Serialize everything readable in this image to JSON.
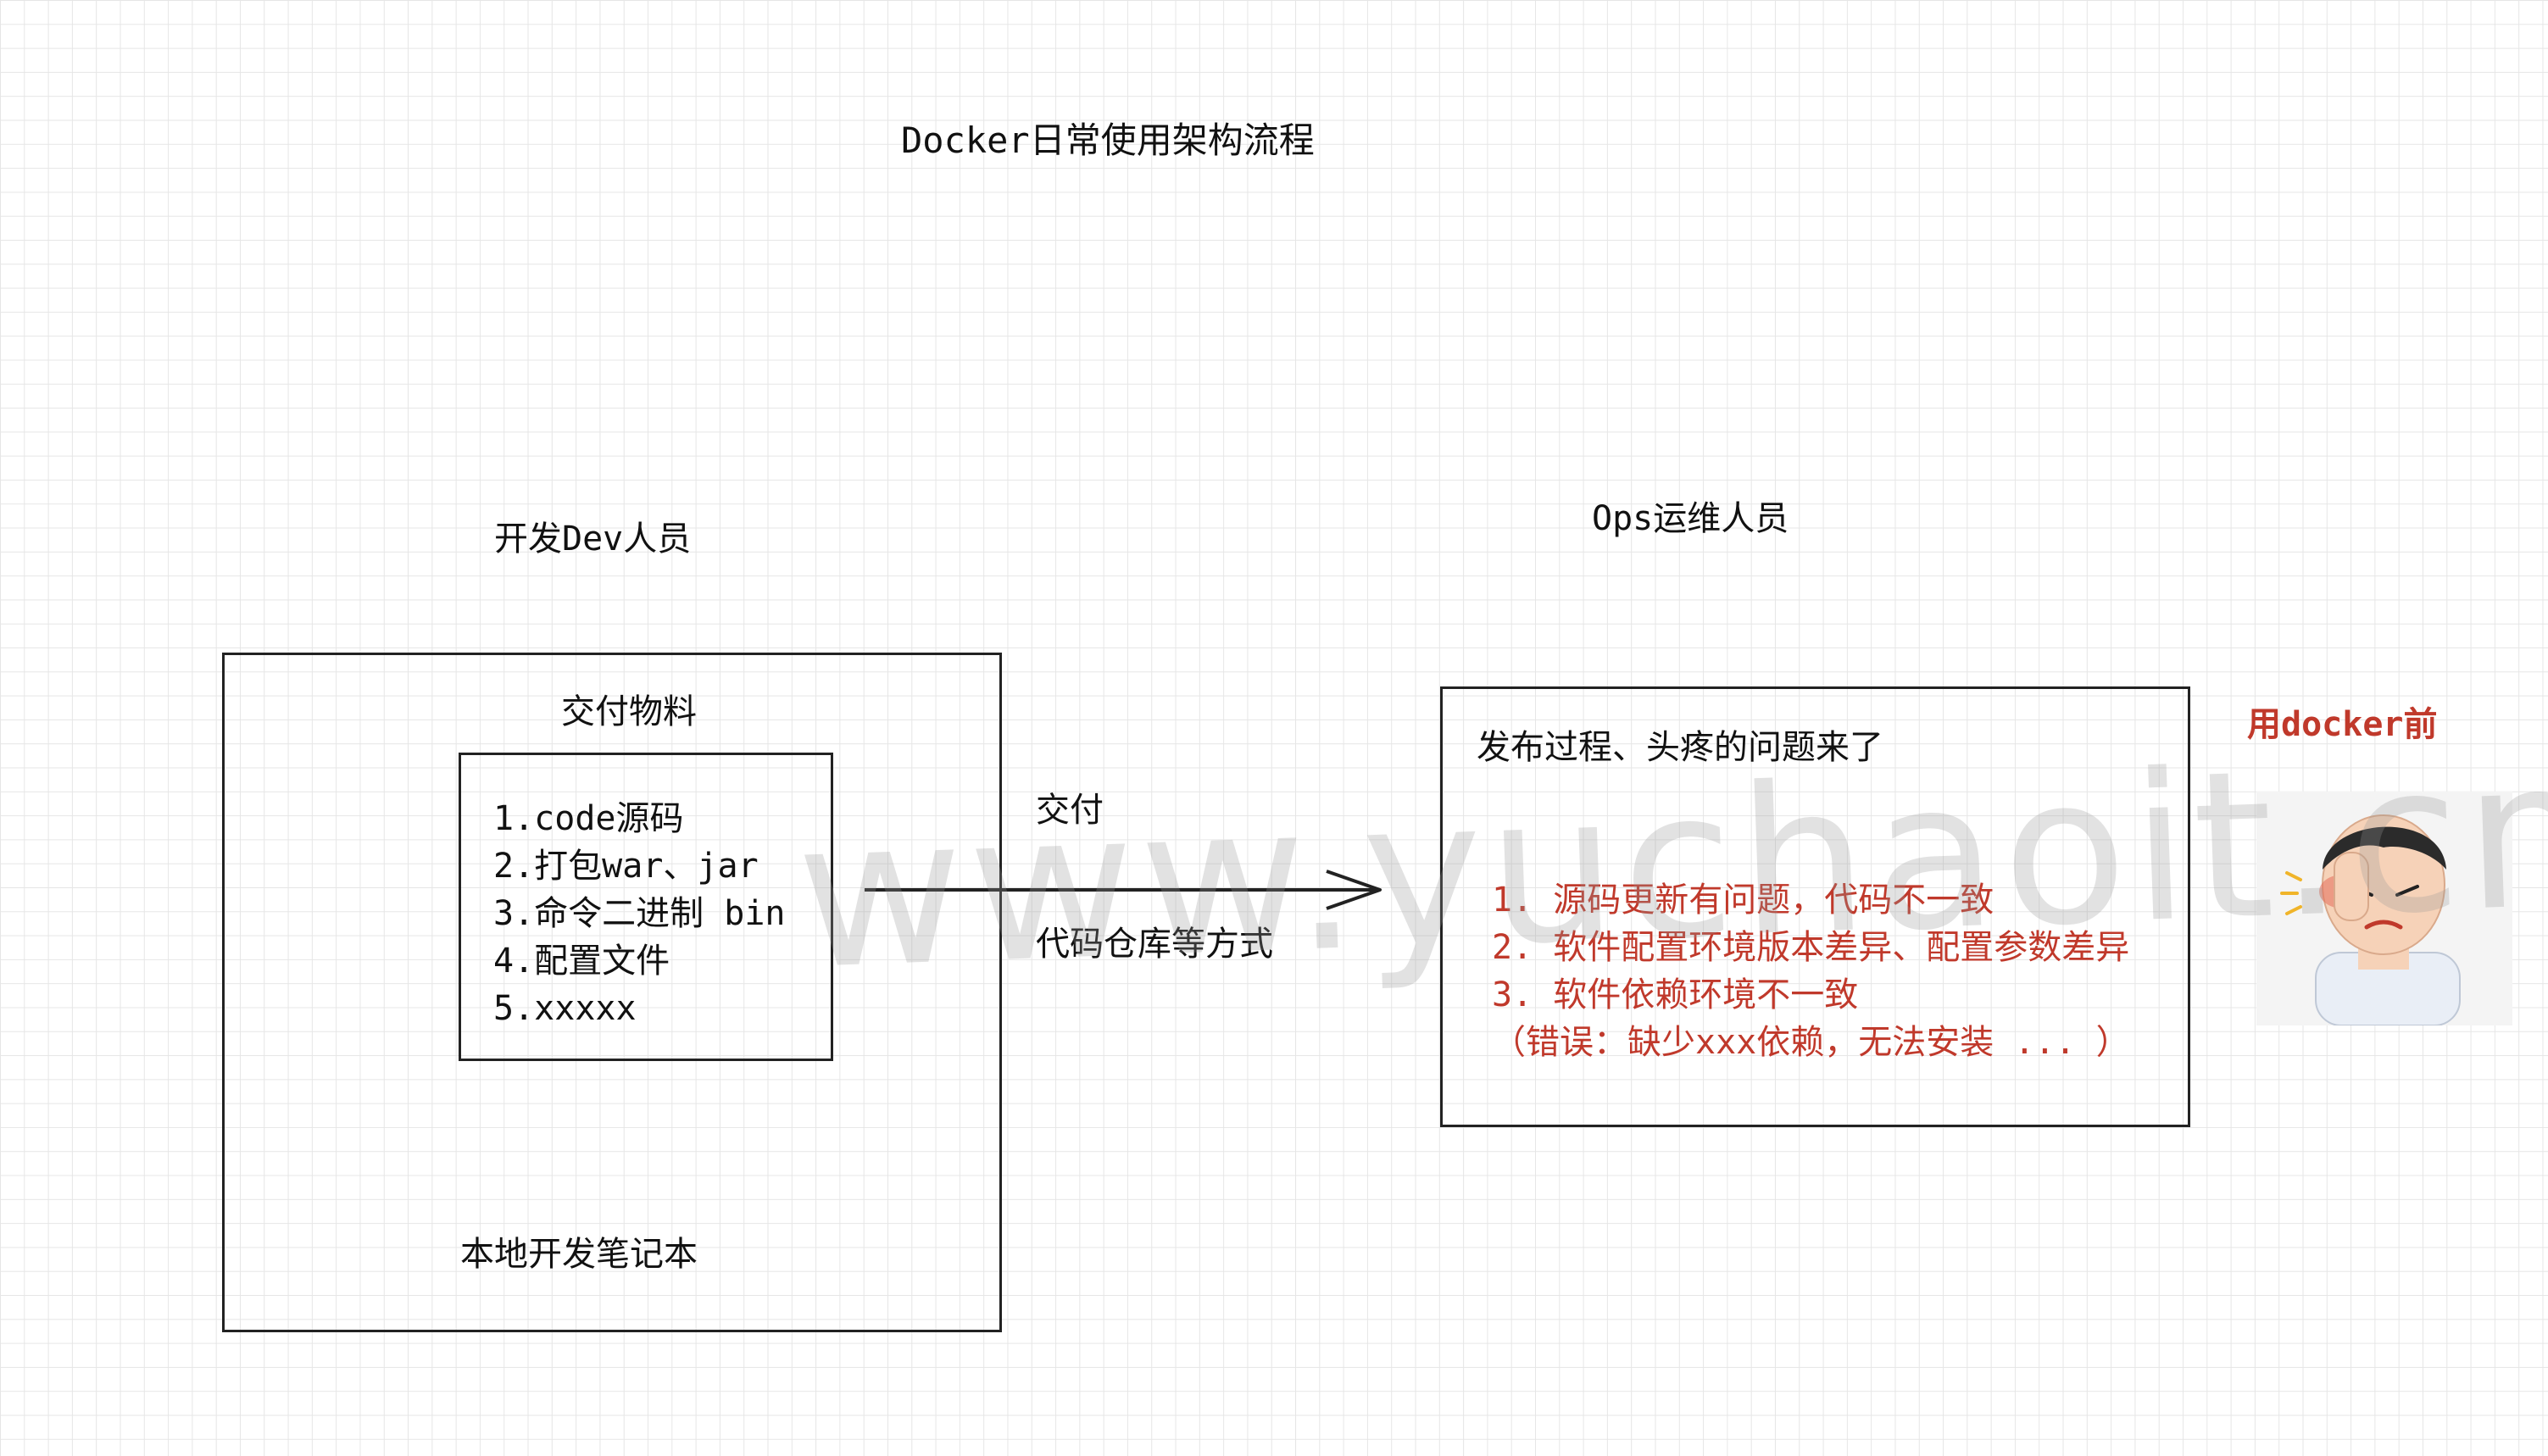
{
  "title": "Docker日常使用架构流程",
  "dev": {
    "label": "开发Dev人员",
    "materials_caption": "交付物料",
    "materials": [
      "1.code源码",
      "2.打包war、jar",
      "3.命令二进制 bin",
      "4.配置文件",
      "5.xxxxx"
    ],
    "laptop_label": "本地开发笔记本"
  },
  "delivery": {
    "label": "交付",
    "method": "代码仓库等方式"
  },
  "ops": {
    "label": "Ops运维人员",
    "problem_title": "发布过程、头疼的问题来了",
    "issues": [
      "1. 源码更新有问题，代码不一致",
      "2. 软件配置环境版本差异、配置参数差异",
      "3. 软件依赖环境不一致",
      "（错误：缺少xxx依赖，无法安装 ... ）"
    ]
  },
  "before_docker": "用docker前",
  "watermark": "www.yuchaoit.cn",
  "colors": {
    "issue_text": "#c0392b",
    "grid": "#e6e6e6",
    "stroke": "#222222"
  }
}
